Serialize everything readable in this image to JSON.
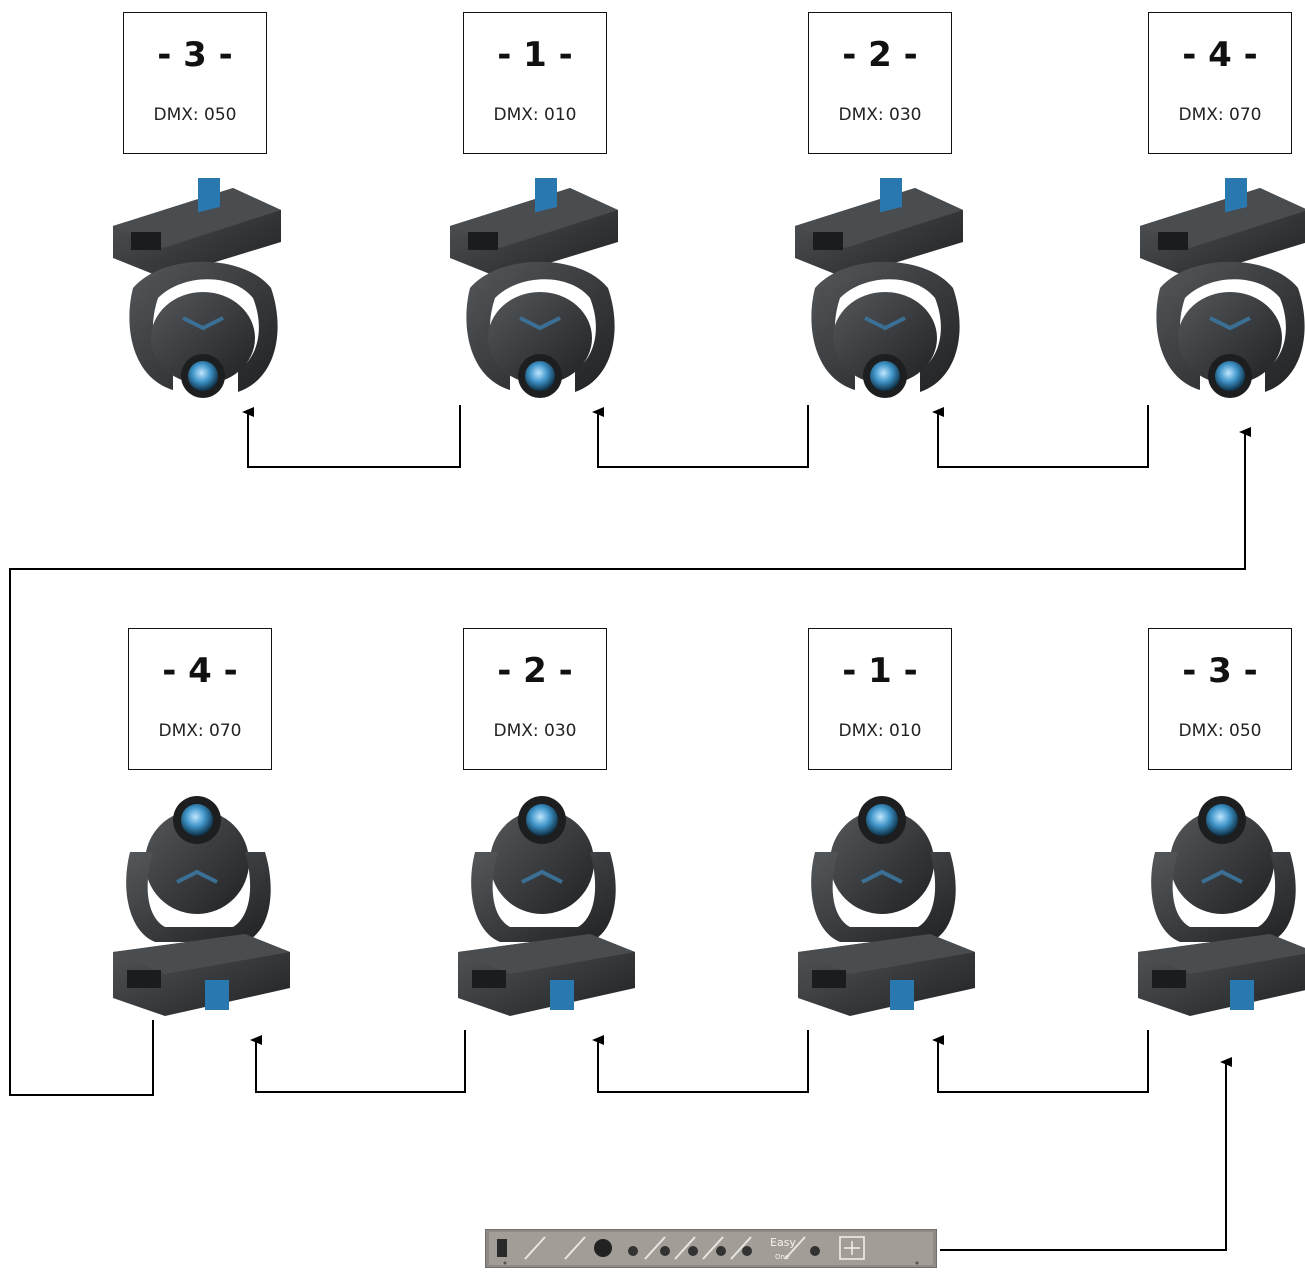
{
  "top_row": [
    {
      "number": "- 3 -",
      "dmx": "DMX: 050"
    },
    {
      "number": "- 1 -",
      "dmx": "DMX: 010"
    },
    {
      "number": "- 2 -",
      "dmx": "DMX: 030"
    },
    {
      "number": "- 4 -",
      "dmx": "DMX: 070"
    }
  ],
  "bottom_row": [
    {
      "number": "- 4 -",
      "dmx": "DMX: 070"
    },
    {
      "number": "- 2 -",
      "dmx": "DMX: 030"
    },
    {
      "number": "- 1 -",
      "dmx": "DMX: 010"
    },
    {
      "number": "- 3 -",
      "dmx": "DMX: 050"
    }
  ],
  "controller": {
    "brand_text": "Easy",
    "model_text": "One",
    "icon": "dmx-controller-icon"
  },
  "fixture_icon": "moving-head-light-icon",
  "colors": {
    "line": "#000000",
    "fixture_body": "#2d2f31",
    "lens": "#4aa0d0",
    "panel": "#8f8a84"
  }
}
